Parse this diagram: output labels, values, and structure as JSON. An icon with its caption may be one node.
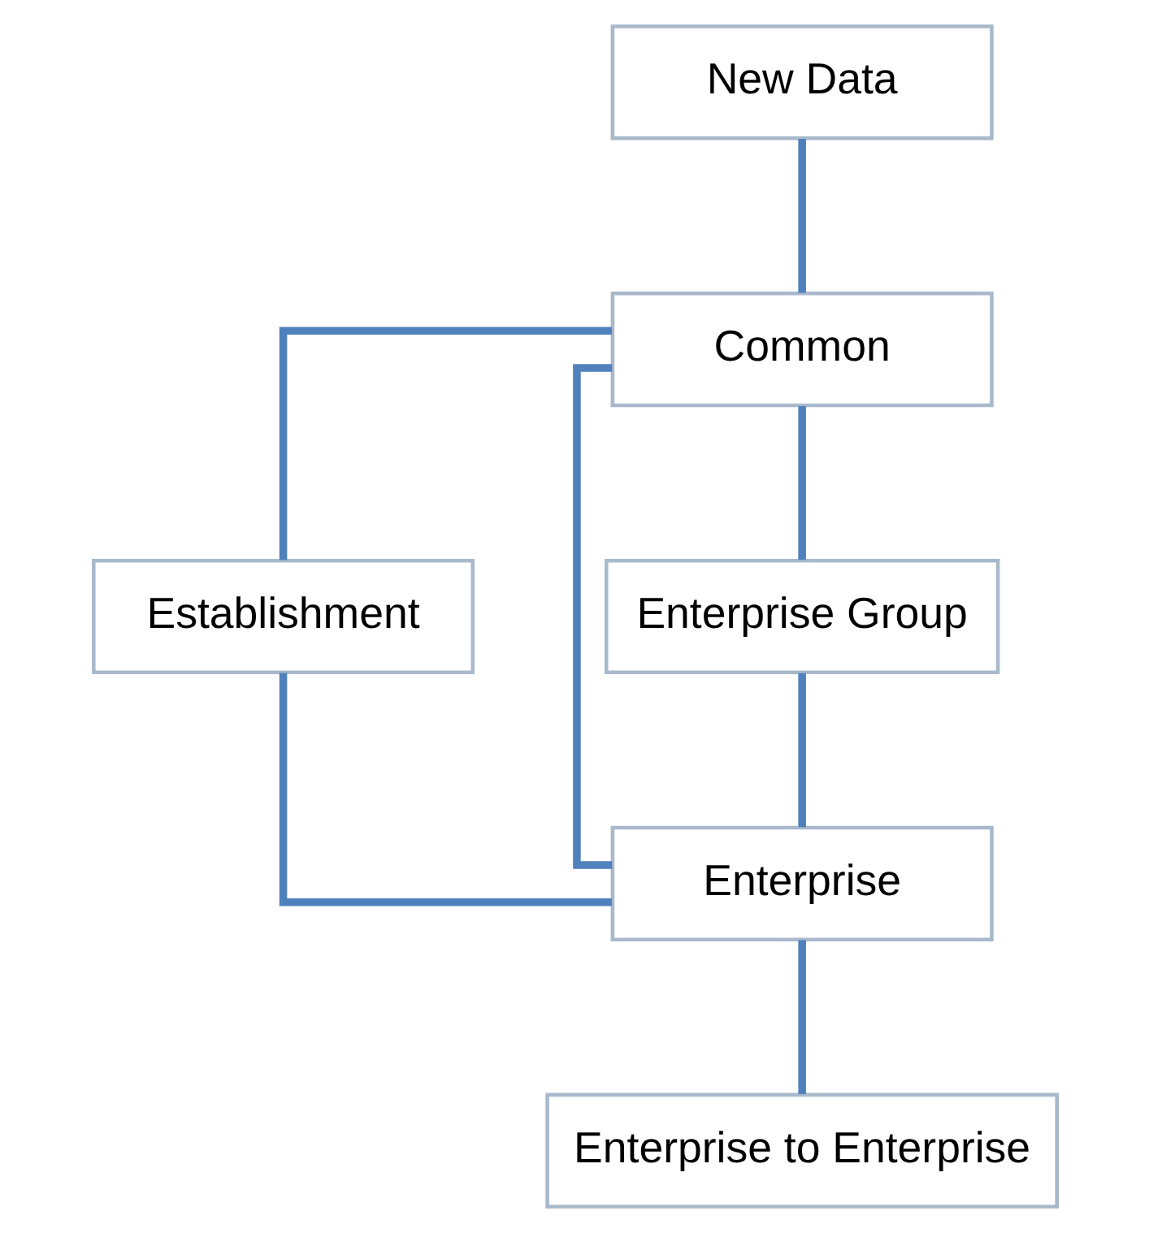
{
  "diagram": {
    "nodes": [
      {
        "text": [
          "New Data"
        ]
      },
      {
        "text": [
          "Common"
        ]
      },
      {
        "text": [
          "Establishment"
        ]
      },
      {
        "text": [
          "Enterprise Group"
        ]
      },
      {
        "text": [
          "Enterprise"
        ]
      },
      {
        "text": [
          "Enterprise to Enterprise"
        ]
      }
    ],
    "edges": [
      {
        "from": 0,
        "to": 1,
        "arrow": "none"
      },
      {
        "from": 1,
        "to": 2,
        "arrow": "none"
      },
      {
        "from": 1,
        "to": 4,
        "arrow": "none"
      },
      {
        "from": 1,
        "to": 3,
        "arrow": "none"
      },
      {
        "from": 2,
        "to": 4,
        "arrow": "none"
      },
      {
        "from": 3,
        "to": 4,
        "arrow": "none"
      },
      {
        "from": 4,
        "to": 5,
        "arrow": "none"
      }
    ]
  }
}
